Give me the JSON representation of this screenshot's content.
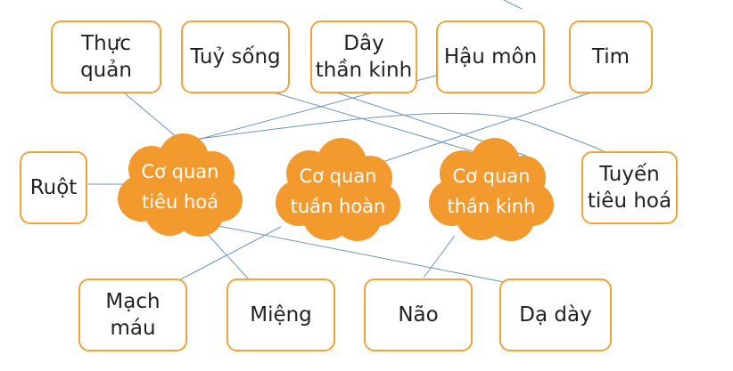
{
  "colors": {
    "box_border": "#f0a33a",
    "cloud_fill": "#f39a2e",
    "line": "#6f95b8"
  },
  "top_boxes": [
    "Thực quản",
    "Tuỷ sống",
    "Dây\nthần kinh",
    "Hậu môn",
    "Tim"
  ],
  "side_boxes": {
    "left": "Ruột",
    "right": "Tuyến\ntiêu hoá"
  },
  "bottom_boxes": [
    "Mạch máu",
    "Miệng",
    "Não",
    "Dạ dày"
  ],
  "clouds": [
    "Cơ quan\ntiêu hoá",
    "Cơ quan\ntuần hoàn",
    "Cơ quan\nthần kinh"
  ]
}
